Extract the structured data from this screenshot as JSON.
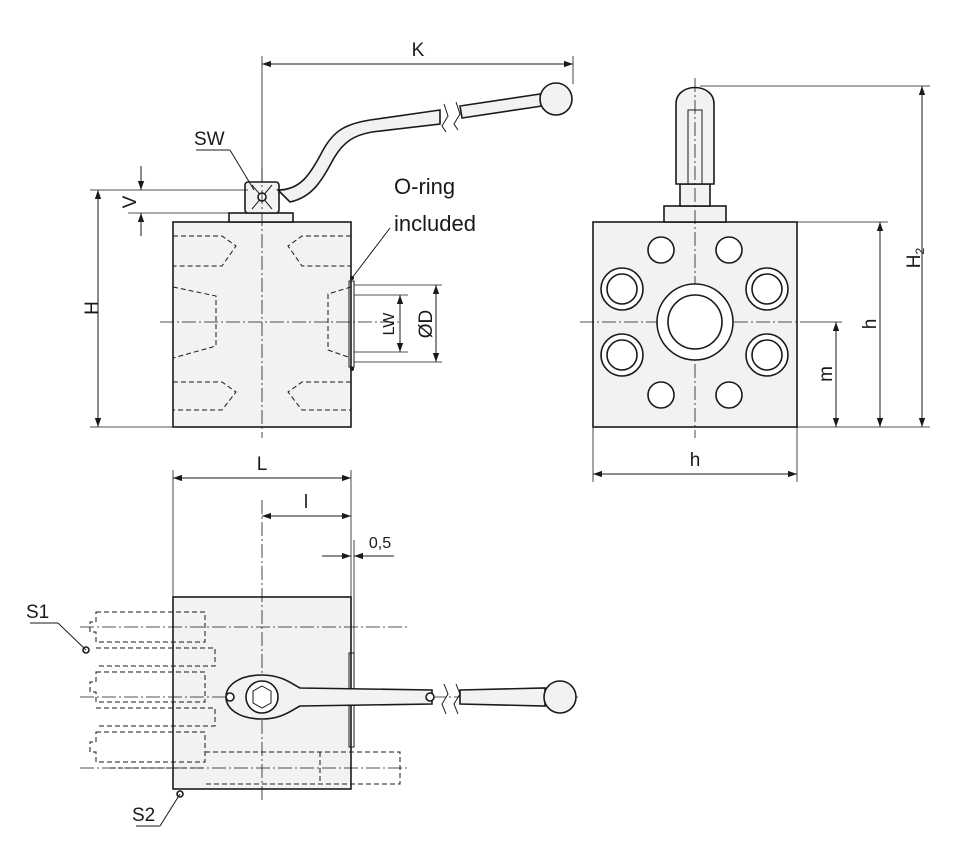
{
  "labels": {
    "K": "K",
    "SW": "SW",
    "V": "V",
    "H": "H",
    "o_ring_line1": "O-ring",
    "o_ring_line2": "included",
    "LW": "LW",
    "D": "ØD",
    "H2_main": "H",
    "H2_sub": "2",
    "h_right": "h",
    "m": "m",
    "h_bottom": "h",
    "L": "L",
    "l": "l",
    "gap": "0,5",
    "S1": "S1",
    "S2": "S2"
  },
  "colors": {
    "line": "#1a1a1a",
    "body_fill": "#f2f2f2",
    "background": "#ffffff"
  }
}
